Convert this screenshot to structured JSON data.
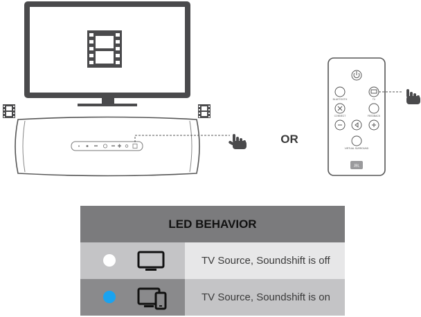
{
  "illustration": {
    "or_text": "OR",
    "remote_labels": {
      "bluetooth": "BLUETOOTH",
      "tv": "TV",
      "connect": "CONNECT",
      "feedback": "FEEDBACK",
      "virtual_surround": "VIRTUAL SURROUND",
      "brand": "JBL"
    }
  },
  "led_table": {
    "header": "LED BEHAVIOR",
    "rows": [
      {
        "led_color": "#ffffff",
        "icon": "tv-icon",
        "text": "TV Source, Soundshift is off"
      },
      {
        "led_color": "#1aa3f0",
        "icon": "tv-tablet-icon",
        "text": "TV Source, Soundshift is on"
      }
    ]
  }
}
